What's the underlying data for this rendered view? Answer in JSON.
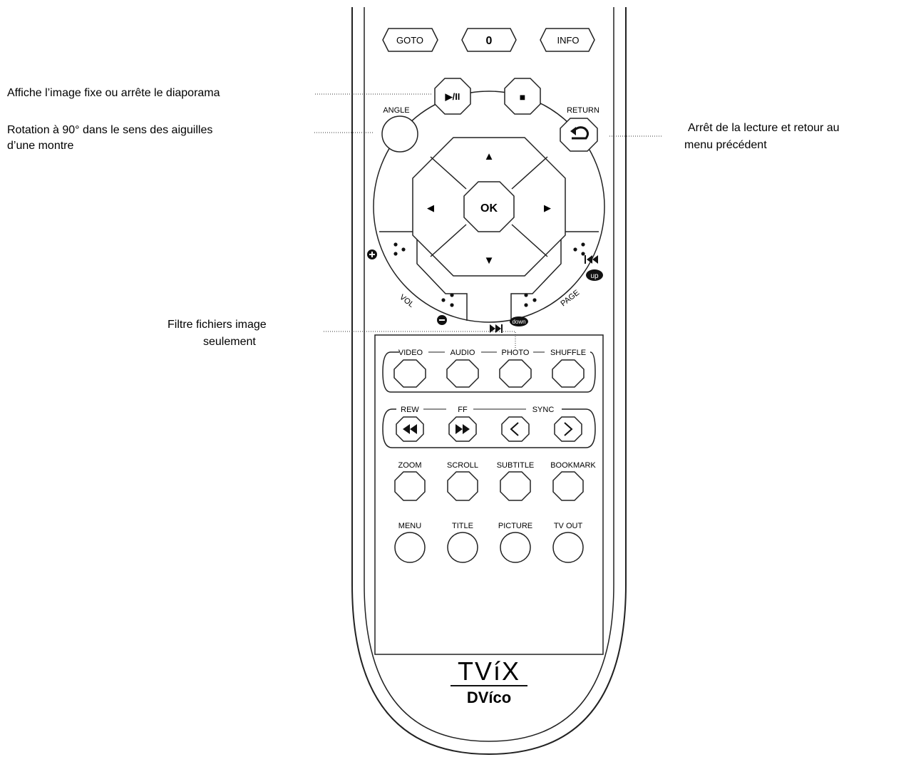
{
  "callouts": {
    "slideshow": "Affiche l’image fixe ou arrête le diaporama",
    "rotation_line1": "Rotation à 90° dans le sens des aiguilles",
    "rotation_line2": "d’une montre",
    "return_line1": "Arrêt de la lecture et retour au",
    "return_line2": "menu précédent",
    "filter_line1": "Filtre fichiers image",
    "filter_line2": "seulement"
  },
  "top_row": {
    "goto": "GOTO",
    "zero": "0",
    "info": "INFO"
  },
  "transport": {
    "play_pause": "▶/II",
    "stop": "■"
  },
  "angle": "ANGLE",
  "return_label": "RETURN",
  "nav": {
    "ok": "OK",
    "up": "▲",
    "down": "▼",
    "left": "◀",
    "right": "▶"
  },
  "vol_label": "VOL",
  "page_label": "PAGE",
  "page_up": "up",
  "page_down": "down",
  "mode_row": [
    "VIDEO",
    "AUDIO",
    "PHOTO",
    "SHUFFLE"
  ],
  "rew": "REW",
  "ff": "FF",
  "sync": "SYNC",
  "func_row": [
    "ZOOM",
    "SCROLL",
    "SUBTITLE",
    "BOOKMARK"
  ],
  "menu_row": [
    "MENU",
    "TITLE",
    "PICTURE",
    "TV OUT"
  ],
  "brand": {
    "line1": "TVíX",
    "line2": "DVíco"
  }
}
